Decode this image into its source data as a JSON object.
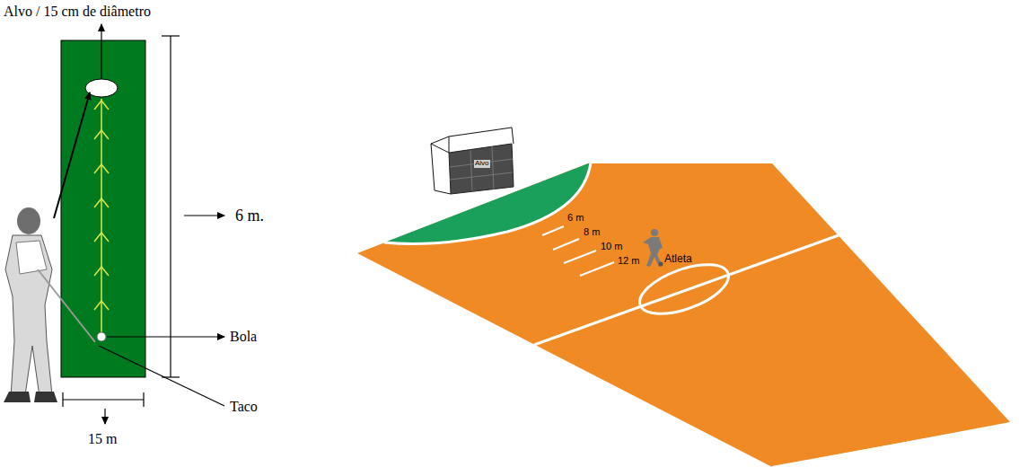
{
  "diagram": {
    "labels": [
      "Alvo / 15 cm de diâmetro",
      "6 m.",
      "Bola",
      "Taco",
      "15 m",
      "Alvo",
      "6 m",
      "8 m",
      "10 m",
      "12 m",
      "Atleta"
    ]
  }
}
